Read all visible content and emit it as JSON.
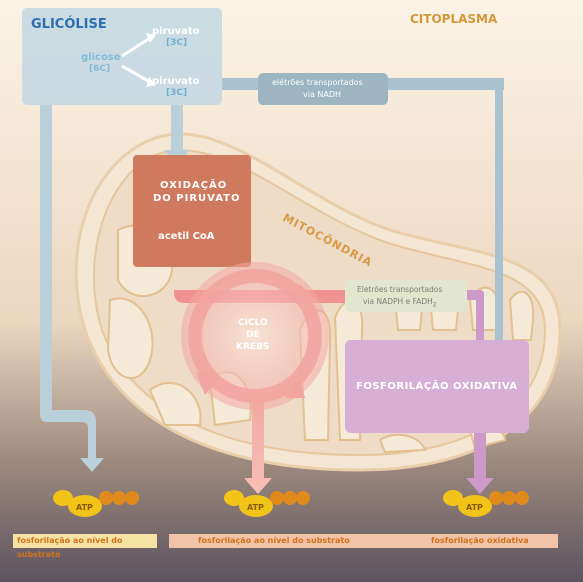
{
  "labels": {
    "glycolysis": "GLICÓLISE",
    "cytoplasm": "CITOPLASMA",
    "glucose": "glicose",
    "glucose_c": "[6C]",
    "pyruvate_top": "piruvato",
    "pyruvate_top_c": "[3C]",
    "pyruvate_bottom": "piruvato",
    "pyruvate_bottom_c": "[3C]",
    "nadh_line1": "elétrões transportados",
    "nadh_line2": "via NADH",
    "oxidation_line1": "OXIDAÇÃO",
    "oxidation_line2": "DO PIRUVATO",
    "acetyl": "acetil CoA",
    "mitochondria": "MITOCÔNDRIA",
    "fadh_line1": "Eletrões transportados",
    "fadh_line2": "via NADPH e FADH",
    "fadh_sub": "2",
    "krebs_line1": "CICLO",
    "krebs_line2": "DE",
    "krebs_line3": "KREBS",
    "oxphos": "FOSFORILAÇÃO  OXIDATIVA",
    "atp1": "ATP",
    "atp2": "ATP",
    "atp3": "ATP",
    "footer_left": "fosforilação ao nível do substrato",
    "footer_mid": "fosforilação ao nível do substrato",
    "footer_right": "fosforilação oxidativa"
  },
  "colors": {
    "glycolysis_box": "#c8d9e2",
    "glycolysis_title": "#2a6fb0",
    "cytoplasm_title": "#d4973a",
    "pyruvate_text": "#ffffff",
    "carbon_text": "#6fb0d2",
    "glucose_text": "#7fbad8",
    "arrow_blue": "#a9c2cf",
    "oxidation_box": "#cf7a5e",
    "mitochondria_fill": "#eedcc6",
    "mitochondria_label": "#d89a45",
    "oxphos_box": "#d7aed6",
    "oxphos_arrow": "#cd99c9",
    "krebs_color": "#f2a5a0",
    "atp_gold": "#f2c318",
    "atp_orange": "#e18a1c",
    "footer_left_bg": "#f4e3a3",
    "footer_right_bg": "#f2c3a8",
    "footer_text": "#d2721c"
  }
}
